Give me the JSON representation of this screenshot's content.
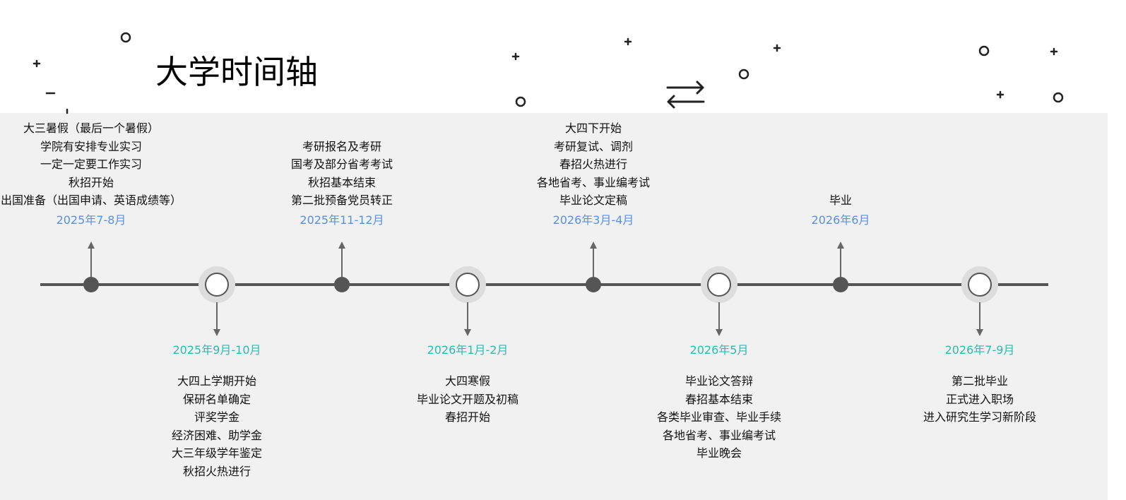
{
  "title": "大学时间轴",
  "colors": {
    "top_date": "#5b8fe0",
    "bottom_date": "#27bdb0",
    "axis": "#555555",
    "background": "#f1f1f1"
  },
  "icons": {
    "swap": "swap-arrows-icon"
  },
  "events_top": [
    {
      "date": "2025年7-8月",
      "lines": [
        "大三暑假（最后一个暑假）",
        "学院有安排专业实习",
        "一定一定要工作实习",
        "秋招开始",
        "出国准备（出国申请、英语成绩等）"
      ]
    },
    {
      "date": "2025年11-12月",
      "lines": [
        "考研报名及考研",
        "国考及部分省考考试",
        "秋招基本结束",
        "第二批预备党员转正"
      ]
    },
    {
      "date": "2026年3月-4月",
      "lines": [
        "大四下开始",
        "考研复试、调剂",
        "春招火热进行",
        "各地省考、事业编考试",
        "毕业论文定稿"
      ]
    },
    {
      "date": "2026年6月",
      "lines": [
        "毕业"
      ]
    }
  ],
  "events_bottom": [
    {
      "date": "2025年9月-10月",
      "lines": [
        "大四上学期开始",
        "保研名单确定",
        "评奖学金",
        "经济困难、助学金",
        "大三年级学年鉴定",
        "秋招火热进行"
      ]
    },
    {
      "date": "2026年1月-2月",
      "lines": [
        "大四寒假",
        "毕业论文开题及初稿",
        "春招开始"
      ]
    },
    {
      "date": "2026年5月",
      "lines": [
        "毕业论文答辩",
        "春招基本结束",
        "各类毕业审查、毕业手续",
        "各地省考、事业编考试",
        "毕业晚会"
      ]
    },
    {
      "date": "2026年7-9月",
      "lines": [
        "第二批毕业",
        "正式进入职场",
        "进入研究生学习新阶段"
      ]
    }
  ]
}
